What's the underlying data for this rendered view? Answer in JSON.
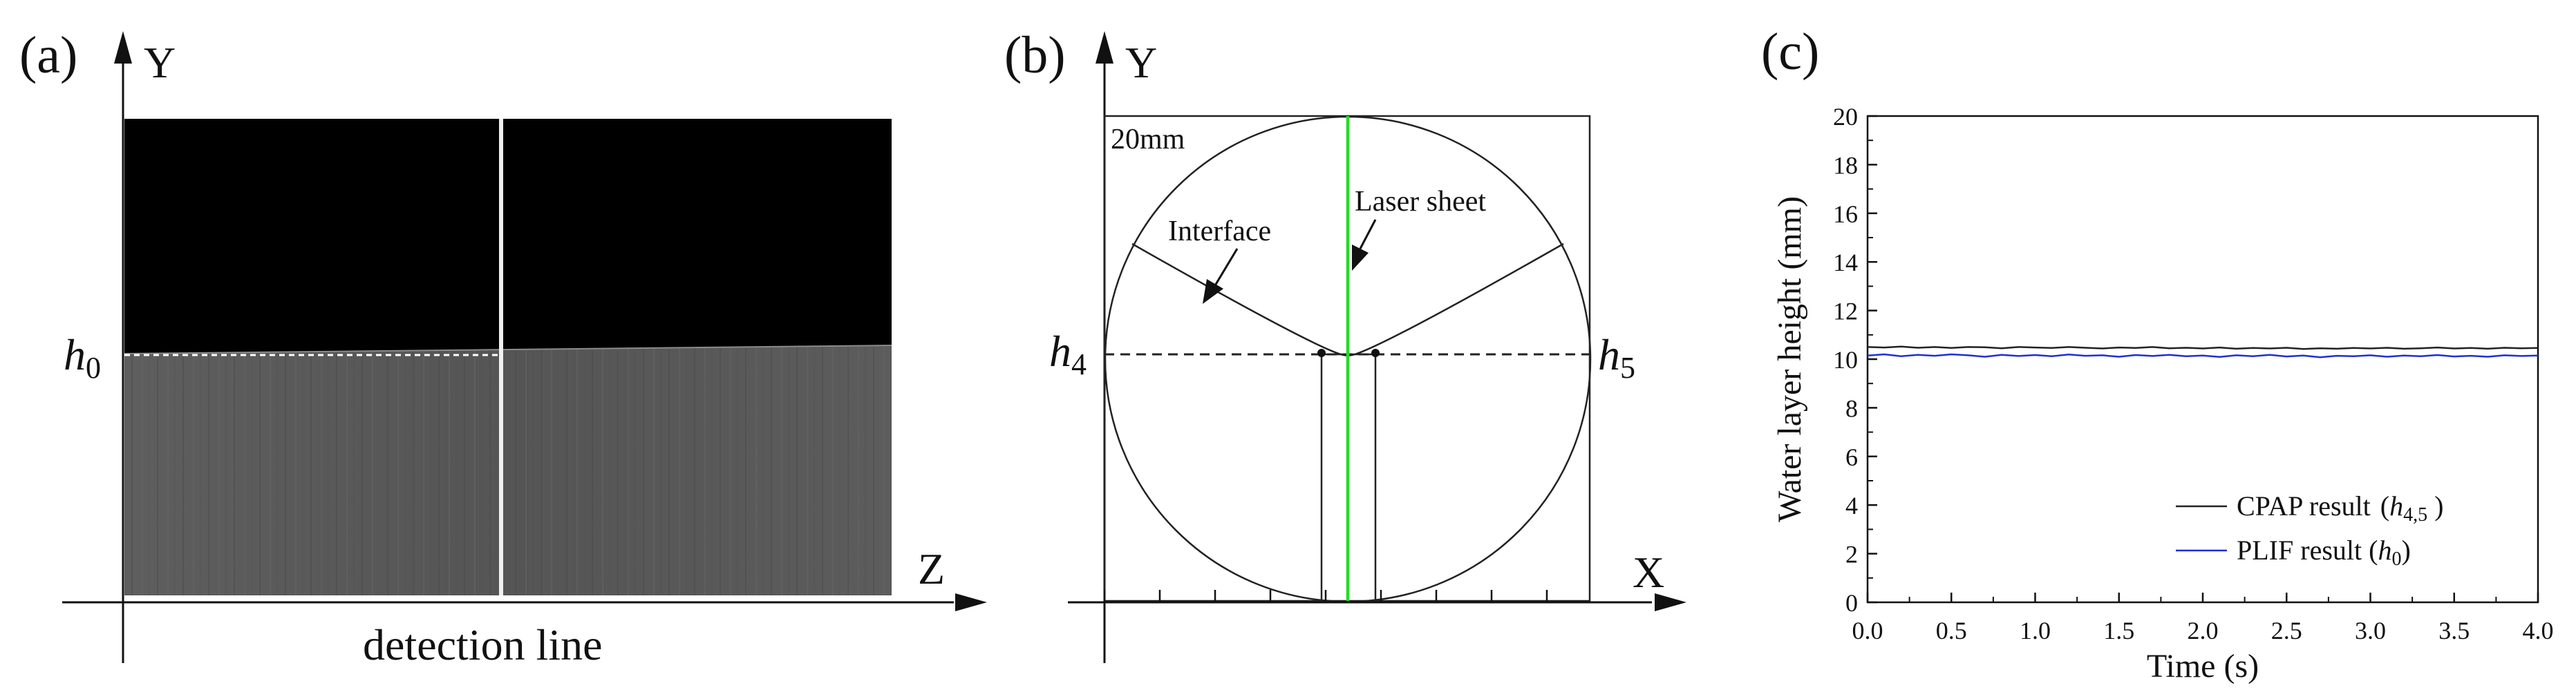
{
  "panel_a": {
    "label": "(a)",
    "y_axis": "Y",
    "z_axis": "Z",
    "h_label": "h",
    "h_sub": "0",
    "detection_label": "detection line"
  },
  "panel_b": {
    "label": "(b)",
    "y_axis": "Y",
    "x_axis": "X",
    "scale_label": "20mm",
    "interface_label": "Interface",
    "laser_label": "Laser sheet",
    "h4_label": "h",
    "h4_sub": "4",
    "h5_label": "h",
    "h5_sub": "5",
    "laser_color": "#22dd22"
  },
  "chart_data": {
    "type": "line",
    "panel_label": "(c)",
    "xlabel": "Time (s)",
    "ylabel": "Water layer height (mm)",
    "xlim": [
      0,
      4
    ],
    "ylim": [
      0,
      20
    ],
    "xticks": [
      "0.0",
      "0.5",
      "1.0",
      "1.5",
      "2.0",
      "2.5",
      "3.0",
      "3.5",
      "4.0"
    ],
    "yticks": [
      "0",
      "2",
      "4",
      "6",
      "8",
      "10",
      "12",
      "14",
      "16",
      "18",
      "20"
    ],
    "grid": false,
    "legend_position": "bottom-right",
    "series": [
      {
        "name": "CPAP result",
        "legend_sub": "4,5",
        "color": "#222222",
        "x": [
          0.0,
          0.1,
          0.2,
          0.3,
          0.4,
          0.5,
          0.6,
          0.7,
          0.8,
          0.9,
          1.0,
          1.1,
          1.2,
          1.3,
          1.4,
          1.5,
          1.6,
          1.7,
          1.8,
          1.9,
          2.0,
          2.1,
          2.2,
          2.3,
          2.4,
          2.5,
          2.6,
          2.7,
          2.8,
          2.9,
          3.0,
          3.1,
          3.2,
          3.3,
          3.4,
          3.5,
          3.6,
          3.7,
          3.8,
          3.9,
          4.0
        ],
        "y": [
          10.5,
          10.48,
          10.52,
          10.47,
          10.5,
          10.46,
          10.5,
          10.49,
          10.45,
          10.5,
          10.48,
          10.46,
          10.5,
          10.47,
          10.44,
          10.48,
          10.46,
          10.5,
          10.45,
          10.47,
          10.44,
          10.48,
          10.43,
          10.46,
          10.44,
          10.47,
          10.42,
          10.45,
          10.43,
          10.46,
          10.44,
          10.47,
          10.43,
          10.45,
          10.48,
          10.44,
          10.46,
          10.43,
          10.47,
          10.45,
          10.46
        ]
      },
      {
        "name": "PLIF result",
        "legend_sub": "0",
        "color": "#1f2fd6",
        "x": [
          0.0,
          0.1,
          0.2,
          0.3,
          0.4,
          0.5,
          0.6,
          0.7,
          0.8,
          0.9,
          1.0,
          1.1,
          1.2,
          1.3,
          1.4,
          1.5,
          1.6,
          1.7,
          1.8,
          1.9,
          2.0,
          2.1,
          2.2,
          2.3,
          2.4,
          2.5,
          2.6,
          2.7,
          2.8,
          2.9,
          3.0,
          3.1,
          3.2,
          3.3,
          3.4,
          3.5,
          3.6,
          3.7,
          3.8,
          3.9,
          4.0
        ],
        "y": [
          10.15,
          10.2,
          10.12,
          10.18,
          10.14,
          10.2,
          10.16,
          10.1,
          10.18,
          10.13,
          10.17,
          10.12,
          10.19,
          10.14,
          10.16,
          10.1,
          10.17,
          10.13,
          10.18,
          10.12,
          10.15,
          10.09,
          10.16,
          10.12,
          10.18,
          10.11,
          10.15,
          10.08,
          10.14,
          10.12,
          10.16,
          10.1,
          10.15,
          10.12,
          10.17,
          10.11,
          10.14,
          10.1,
          10.16,
          10.13,
          10.15
        ]
      }
    ]
  }
}
